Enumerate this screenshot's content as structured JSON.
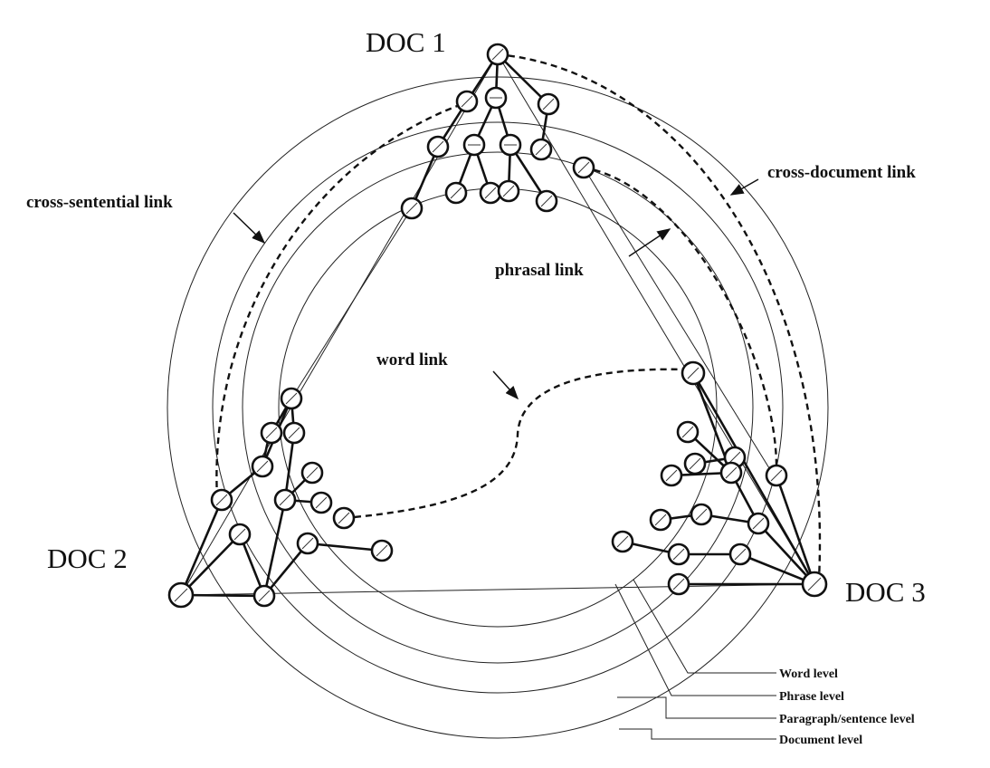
{
  "docs": {
    "doc1": "DOC 1",
    "doc2": "DOC 2",
    "doc3": "DOC 3"
  },
  "links": {
    "cross_document": "cross-document link",
    "cross_sentential": "cross-sentential link",
    "phrasal": "phrasal link",
    "word": "word link"
  },
  "levels": [
    "Word level",
    "Phrase level",
    "Paragraph/sentence level",
    "Document level"
  ]
}
